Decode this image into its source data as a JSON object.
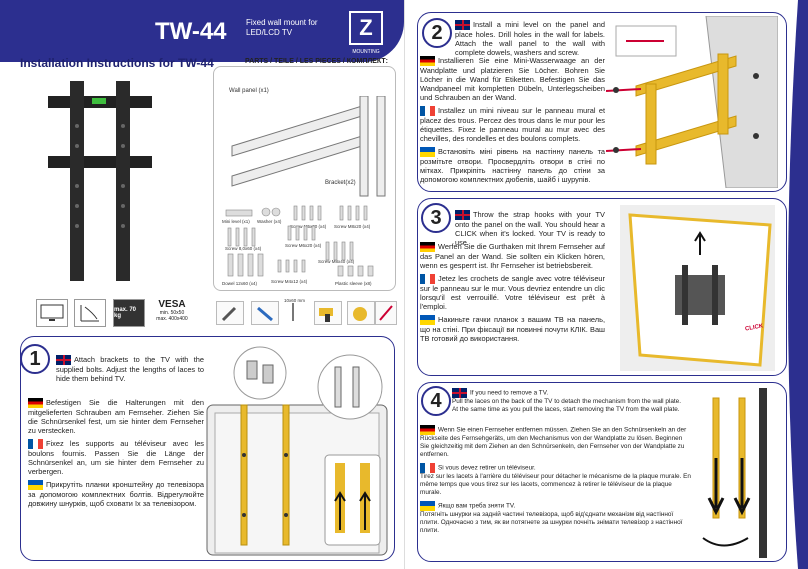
{
  "header": {
    "model": "TW-44",
    "subtitle": "Fixed wall mount for LED/LCD TV",
    "logo_letter": "Z",
    "logo_sub": "MOUNTING"
  },
  "title": "Installation Instructions for TW-44",
  "parts": {
    "title": "PARTS / TEILE / LES PIECES / КОМПЛЕКТ:",
    "wall_panel": "Wall panel (x1)",
    "bracket": "Bracket(x2)",
    "mini_level": "Mini level (x1)",
    "washer": "Washer (x4)",
    "screw_m5": "Screw M5x20 (x4)",
    "screw_m8": "Screw M8x20 (x4)",
    "screw_8": "Screw 8,0x60 (x4)",
    "screw_m6": "Screw M6x20 (x4)",
    "screw_m4": "Screw M4x12 (x4)",
    "dowel": "Dowel 12x60 (x4)",
    "screw_m8b": "Screw M8x40 (x4)",
    "plastic_sleeve": "Plastic sleeve (x8)"
  },
  "specs": {
    "weight": "max. 70 kg",
    "vesa_title": "VESA",
    "vesa_min": "min. 50x50",
    "vesa_max": "max. 400x400",
    "drill_label": "10x60 mm"
  },
  "step1": {
    "number": "1",
    "en": "Attach brackets to the TV with the supplied bolts. Adjust the lengths of laces to hide them behind TV.",
    "de": "Befestigen Sie die Halterungen mit den mitgelieferten Schrauben am Fernseher. Ziehen Sie die Schnürsenkel fest, um sie hinter dem Fernseher zu verstecken.",
    "fr": "Fixez les supports au téléviseur avec les boulons fournis. Passen Sie die Länge der Schnürsenkel an, um sie hinter dem Fernseher zu verbergen.",
    "ua": "Прикрутіть планки кронштейну до телевізора за допомогою комплектних болтів. Відрегулюйте довжину шнурків, щоб сховати їх за телевізором."
  },
  "step2": {
    "number": "2",
    "en": "Install a mini level on the panel and place holes. Drill holes in the wall for labels. Attach the wall panel to the wall with complete dowels, washers and screw.",
    "de": "Installieren Sie eine Mini-Wasserwaage an der Wandplatte und platzieren Sie Löcher. Bohren Sie Löcher in die Wand für Etiketten. Befestigen Sie das Wandpaneel mit kompletten Dübeln, Unterlegscheiben und Schrauben an der Wand.",
    "fr": "Installez un mini niveau sur le panneau mural et placez des trous. Percez des trous dans le mur pour les étiquettes. Fixez le panneau mural au mur avec des chevilles, des rondelles et des boulons complets.",
    "ua": "Встановіть міні рівень на настінну панель та розмітьте отвори. Просвердліть отвори в стіні по мітках. Прикріпіть настінну панель до стіни за допомогою комплектних дюбелів, шайб і шурупів."
  },
  "step3": {
    "number": "3",
    "en": "Throw the strap hooks with your TV onto the panel on the wall. You should hear a CLICK when it's locked. Your TV is ready to use.",
    "de": "Werfen Sie die Gurthaken mit Ihrem Fernseher auf das Panel an der Wand. Sie sollten ein Klicken hören, wenn es gesperrt ist. Ihr Fernseher ist betriebsbereit.",
    "fr": "Jetez les crochets de sangle avec votre téléviseur sur le panneau sur le mur. Vous devriez entendre un clic lorsqu'il est verrouillé. Votre téléviseur est prêt à l'emploi.",
    "ua": "Накиньте гачки планок з вашим ТВ на панель, що на стіні. При фіксації ви повинні почути КЛІК. Ваш ТВ готовий до використання.",
    "click_label": "CLICK"
  },
  "step4": {
    "number": "4",
    "en_title": "If you need to remove a TV.",
    "en": "Pull the laces on the back of the TV to detach the mechanism from the wall plate. At the same time as you pull the laces, start removing the TV from the wall plate.",
    "de": "Wenn Sie einen Fernseher entfernen müssen. Ziehen Sie an den Schnürsenkeln an der Rückseite des Fernsehgeräts, um den Mechanismus von der Wandplatte zu lösen. Beginnen Sie gleichzeitig mit dem Ziehen an den Schnürsenkeln, den Fernseher von der Wandplatte zu entfernen.",
    "fr_title": "Si vous devez retirer un téléviseur.",
    "fr": "Tirez sur les lacets à l'arrière du téléviseur pour détacher le mécanisme de la plaque murale. En même temps que vous tirez sur les lacets, commencez à retirer le téléviseur de la plaque murale.",
    "ua_title": "Якщо вам треба зняти ТV.",
    "ua": "Потягніть шнурки на задній частині телевізора, щоб від'єднати механізм від настінної плити. Одночасно з тим, як ви потягнете за шнурки почніть знімати телевізор з настінної плити."
  }
}
